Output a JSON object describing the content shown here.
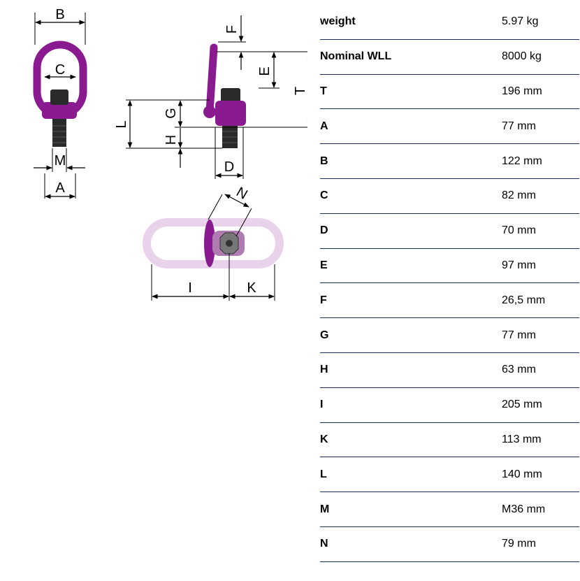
{
  "drawing": {
    "labels": {
      "A": "A",
      "B": "B",
      "C": "C",
      "D": "D",
      "E": "E",
      "F": "F",
      "G": "G",
      "H": "H",
      "I": "I",
      "K": "K",
      "L": "L",
      "M": "M",
      "N": "N",
      "T": "T"
    },
    "colors": {
      "product": "#8a1a8f",
      "product_light": "#e9d3ea",
      "bolt": "#2a2a2a",
      "line": "#000000"
    }
  },
  "specs": [
    {
      "label": "weight",
      "value": "5.97 kg"
    },
    {
      "label": "Nominal WLL",
      "value": "8000 kg"
    },
    {
      "label": "T",
      "value": "196 mm"
    },
    {
      "label": "A",
      "value": "77 mm"
    },
    {
      "label": "B",
      "value": "122 mm"
    },
    {
      "label": "C",
      "value": "82 mm"
    },
    {
      "label": "D",
      "value": "70 mm"
    },
    {
      "label": "E",
      "value": "97 mm"
    },
    {
      "label": "F",
      "value": "26,5 mm"
    },
    {
      "label": "G",
      "value": "77 mm"
    },
    {
      "label": "H",
      "value": "63 mm"
    },
    {
      "label": "I",
      "value": "205 mm"
    },
    {
      "label": "K",
      "value": "113 mm"
    },
    {
      "label": "L",
      "value": "140 mm"
    },
    {
      "label": "M",
      "value": "M36 mm"
    },
    {
      "label": "N",
      "value": "79 mm"
    }
  ]
}
